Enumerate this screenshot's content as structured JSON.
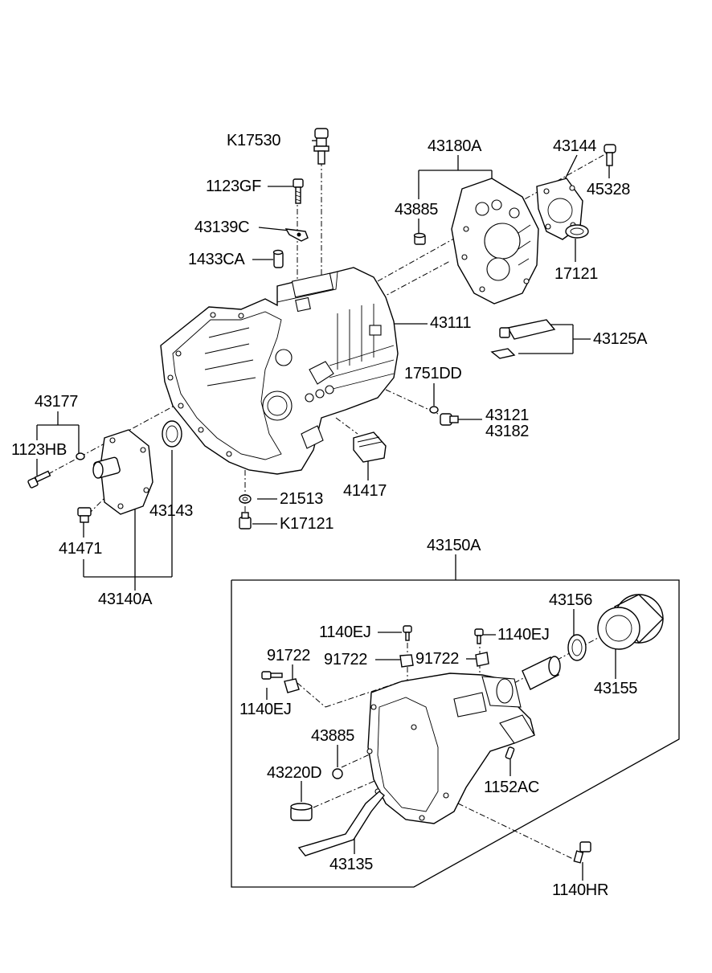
{
  "diagram": {
    "labels": {
      "k17530": "K17530",
      "p1123gf": "1123GF",
      "p43139c": "43139C",
      "p1433ca": "1433CA",
      "p43180a": "43180A",
      "p43144": "43144",
      "p45328": "45328",
      "p43885_top": "43885",
      "p17121": "17121",
      "p43111": "43111",
      "p43125a": "43125A",
      "p1751dd": "1751DD",
      "p43121": "43121",
      "p43182": "43182",
      "p43177": "43177",
      "p1123hb": "1123HB",
      "p41417": "41417",
      "p21513": "21513",
      "k17121": "K17121",
      "p43143": "43143",
      "p41471": "41471",
      "p43140a": "43140A",
      "p43150a": "43150A",
      "p43156": "43156",
      "p1140ej_a": "1140EJ",
      "p1140ej_b": "1140EJ",
      "p91722_a": "91722",
      "p91722_b": "91722",
      "p91722_c": "91722",
      "p1140ej_c": "1140EJ",
      "p43155": "43155",
      "p43885_bot": "43885",
      "p43220d": "43220D",
      "p1152ac": "1152AC",
      "p43135": "43135",
      "p1140hr": "1140HR"
    }
  }
}
